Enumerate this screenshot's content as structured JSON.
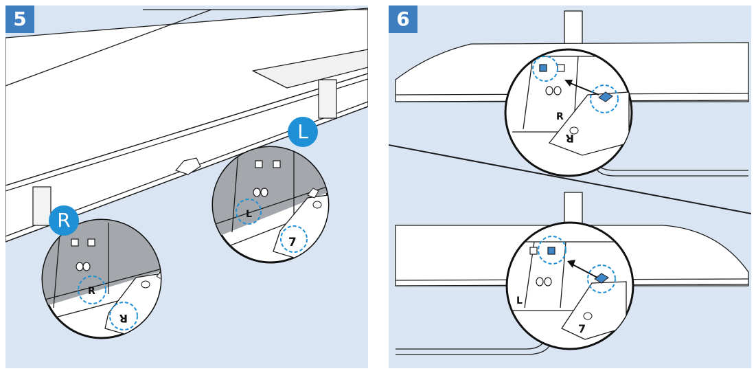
{
  "colors": {
    "panel_bg": "#d9e5f3",
    "badge": "#3d7ec0",
    "side_badge": "#1f8fd6",
    "highlight_ring": "#1f8fd6",
    "clip_fill": "#3f86c9",
    "floor_gray": "#a4a7ab"
  },
  "steps": [
    {
      "number": "5",
      "badges": {
        "left": "L",
        "right": "R"
      },
      "zoom_left": {
        "part_label": "L",
        "foot_label": "7"
      },
      "zoom_right": {
        "part_label": "R",
        "foot_label": "R"
      }
    },
    {
      "number": "6",
      "zoom_top": {
        "part_label": "R",
        "foot_label": "R"
      },
      "zoom_bottom": {
        "part_label": "L",
        "foot_label": "7"
      }
    }
  ]
}
